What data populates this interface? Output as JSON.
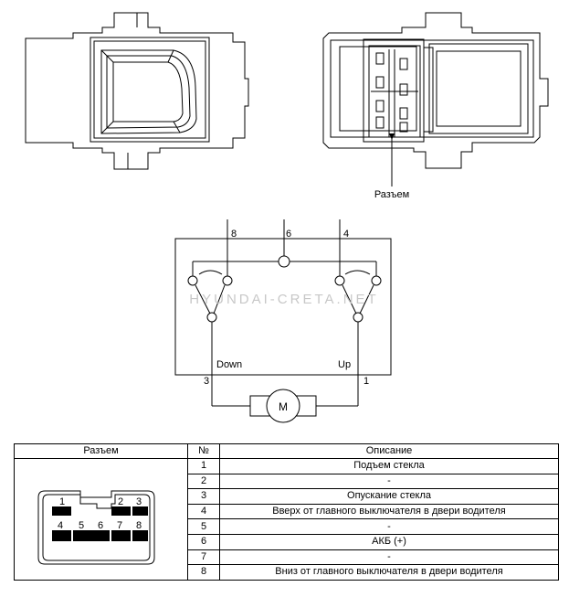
{
  "connector_callout": "Разъем",
  "watermark": "HYUNDAI-CRETA.NET",
  "schematic": {
    "top_terminals": [
      "8",
      "6",
      "4"
    ],
    "bottom_terminals": [
      "3",
      "1"
    ],
    "switch_down": "Down",
    "switch_up": "Up",
    "motor": "M"
  },
  "connector_pins": {
    "top": [
      "1",
      "2",
      "3"
    ],
    "bottom": [
      "4",
      "5",
      "6",
      "7",
      "8"
    ]
  },
  "table": {
    "headers": [
      "Разъем",
      "№",
      "Описание"
    ],
    "rows": [
      {
        "no": "1",
        "desc": "Подъем стекла"
      },
      {
        "no": "2",
        "desc": "-"
      },
      {
        "no": "3",
        "desc": "Опускание стекла"
      },
      {
        "no": "4",
        "desc": "Вверх от главного выключателя в двери водителя"
      },
      {
        "no": "5",
        "desc": "-"
      },
      {
        "no": "6",
        "desc": "АКБ (+)"
      },
      {
        "no": "7",
        "desc": "-"
      },
      {
        "no": "8",
        "desc": "Вниз от главного выключателя в двери водителя"
      }
    ]
  }
}
